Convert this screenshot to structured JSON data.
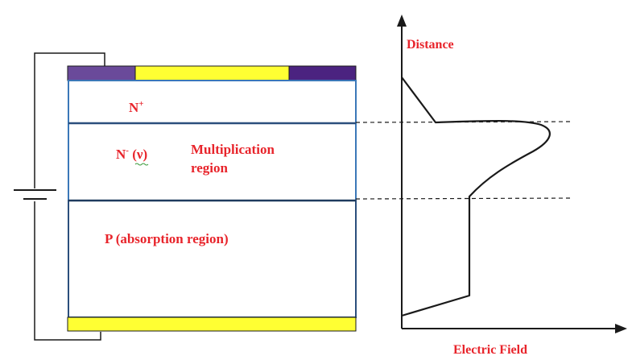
{
  "labels": {
    "n_plus": "N",
    "n_plus_sup": "+",
    "n_minus": "N",
    "n_minus_sup": "-",
    "nu": " (ν)",
    "multiplication_line1": "Multiplication",
    "multiplication_line2": "region",
    "p_region": "P (absorption region)",
    "y_axis": "Distance",
    "x_axis": "Electric Field"
  },
  "colors": {
    "label": "#e8242b",
    "contact_gold": "#ffff33",
    "contact_purple": "#5b2c86",
    "contact_purple_left": "#6a4a9a",
    "region_border": "#3b78b8",
    "line": "#1a1a1a"
  }
}
